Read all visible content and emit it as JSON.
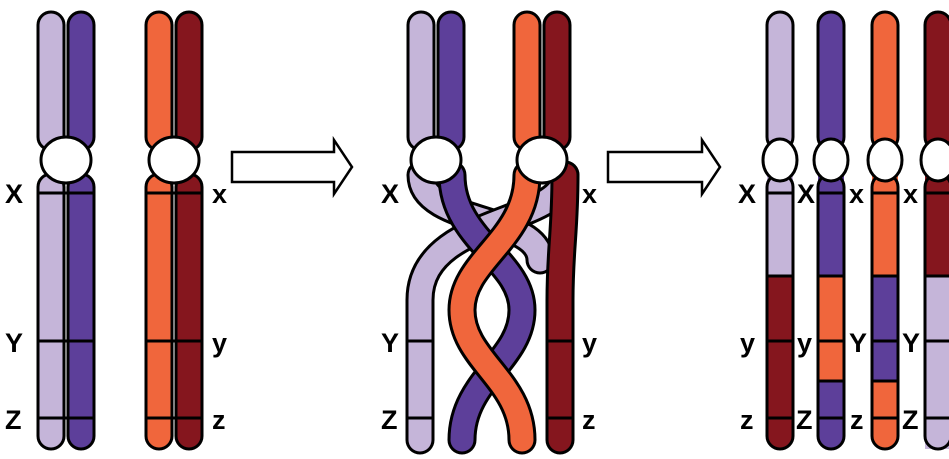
{
  "colors": {
    "lilac": "#c5b5d9",
    "purple": "#5d3f9a",
    "orange": "#f0663c",
    "maroon": "#85161e",
    "centromere": "#ffffff",
    "outline": "#000000"
  },
  "stage1": {
    "pair_a": {
      "left_labels": [
        "X",
        "Y",
        "Z"
      ]
    },
    "pair_b": {
      "right_labels": [
        "x",
        "y",
        "z"
      ]
    }
  },
  "stage2": {
    "left_labels": [
      "X",
      "Y",
      "Z"
    ],
    "right_labels": [
      "x",
      "y",
      "z"
    ]
  },
  "stage3": {
    "row_x": [
      "X",
      "X",
      "x",
      "x"
    ],
    "row_y": [
      "y",
      "y",
      "Y",
      "Y"
    ],
    "row_z": [
      "z",
      "Z",
      "z",
      "Z"
    ]
  },
  "arrows": [
    "arrow-right-icon",
    "arrow-right-icon"
  ]
}
